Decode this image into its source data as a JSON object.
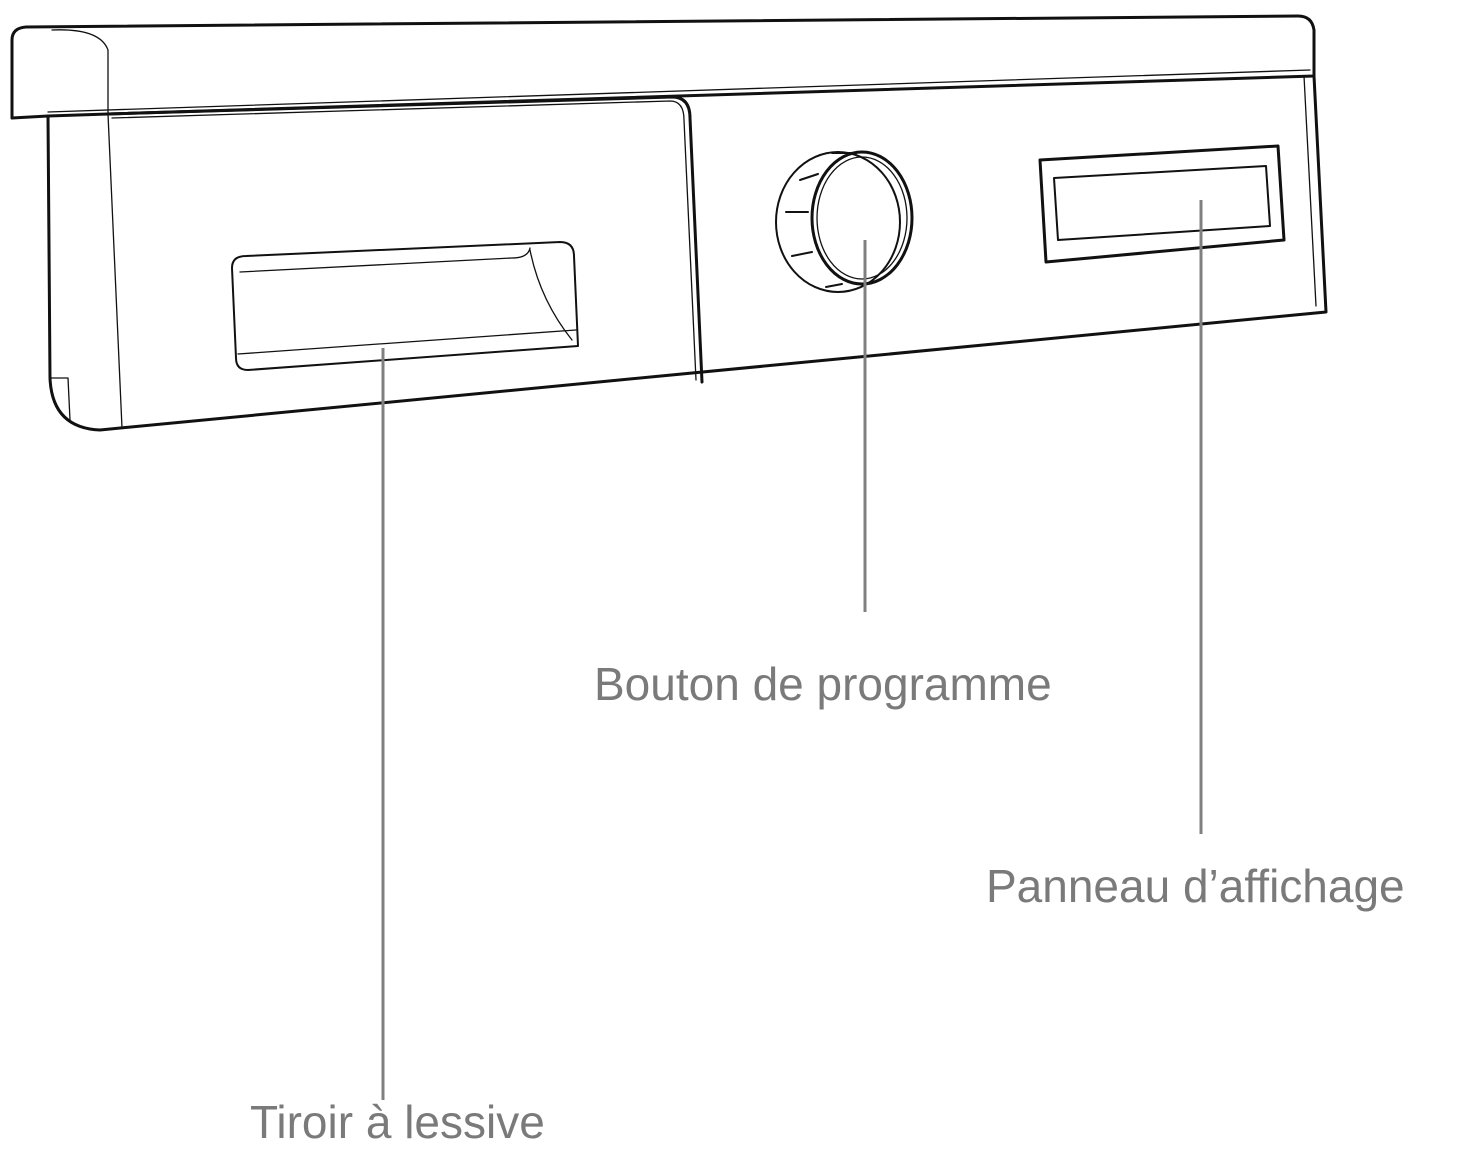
{
  "callouts": {
    "program_knob": "Bouton de programme",
    "display_panel": "Panneau d’affichage",
    "detergent_drawer": "Tiroir à lessive"
  },
  "colors": {
    "line_art": "#111111",
    "leader_line": "#808080",
    "label_text": "#7a7a7a"
  }
}
